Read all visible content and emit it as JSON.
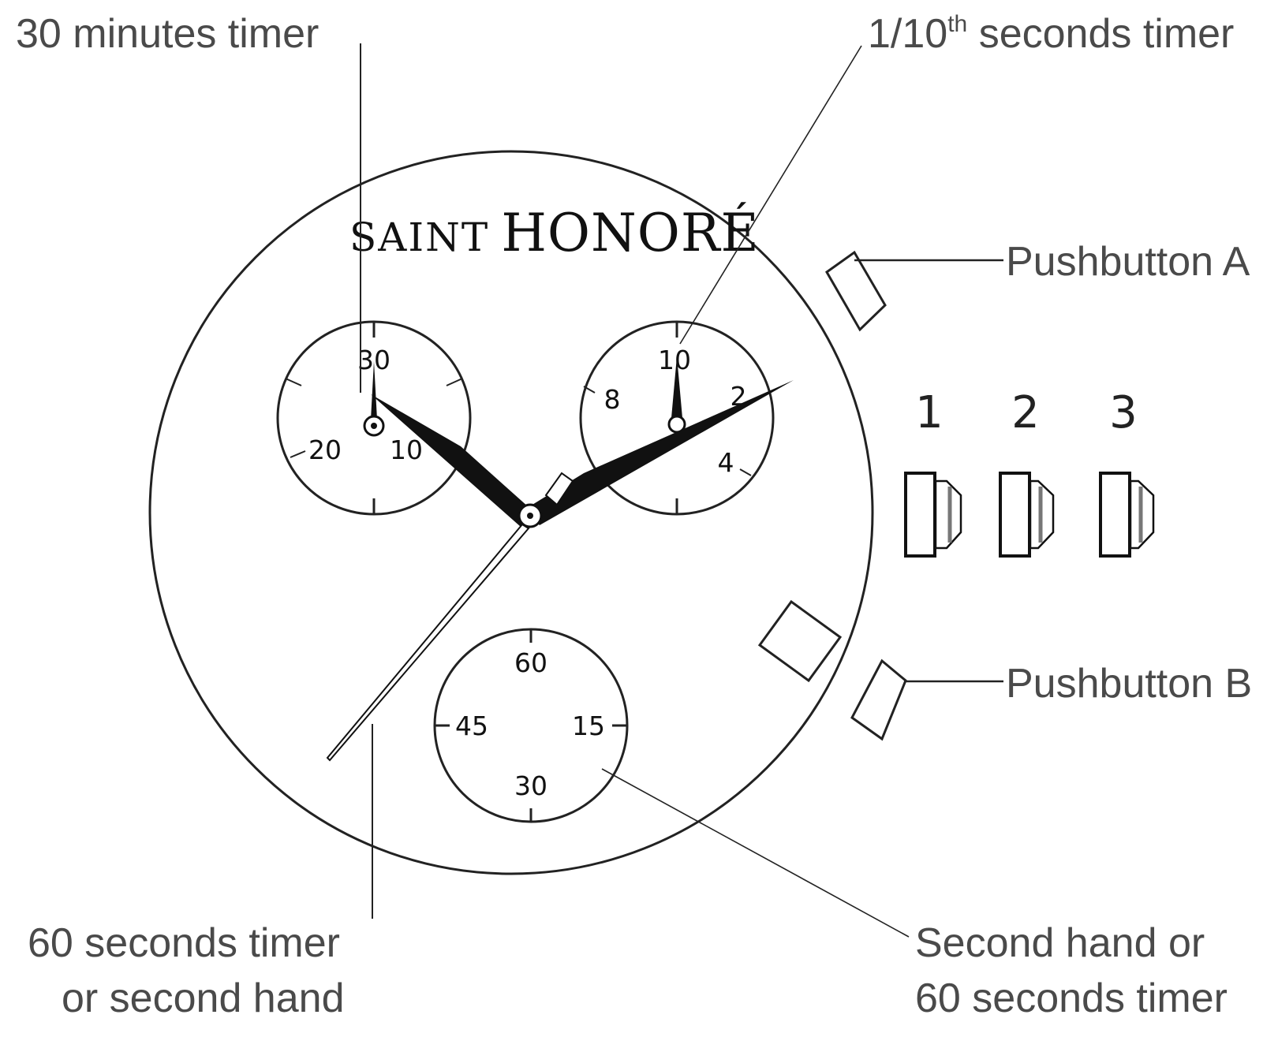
{
  "brand": {
    "small": "SAINT",
    "big": "HONORÉ"
  },
  "labels": {
    "minutes_timer": "30 minutes timer",
    "tenth_prefix": "1/10",
    "tenth_sup": "th",
    "tenth_suffix": " seconds timer",
    "pushbutton_a": "Pushbutton A",
    "pushbutton_b": "Pushbutton B",
    "sixty_line1": "60 seconds timer",
    "sixty_line2": "or second hand",
    "second_line1": "Second hand or",
    "second_line2": "60 seconds timer"
  },
  "subdial_left": {
    "top": "30",
    "left": "20",
    "right": "10"
  },
  "subdial_right": {
    "top": "10",
    "n8": "8",
    "n2": "2",
    "n4": "4"
  },
  "subdial_bottom": {
    "top": "60",
    "left": "45",
    "right": "15",
    "bottom": "30"
  },
  "crown_positions": [
    "1",
    "2",
    "3"
  ]
}
